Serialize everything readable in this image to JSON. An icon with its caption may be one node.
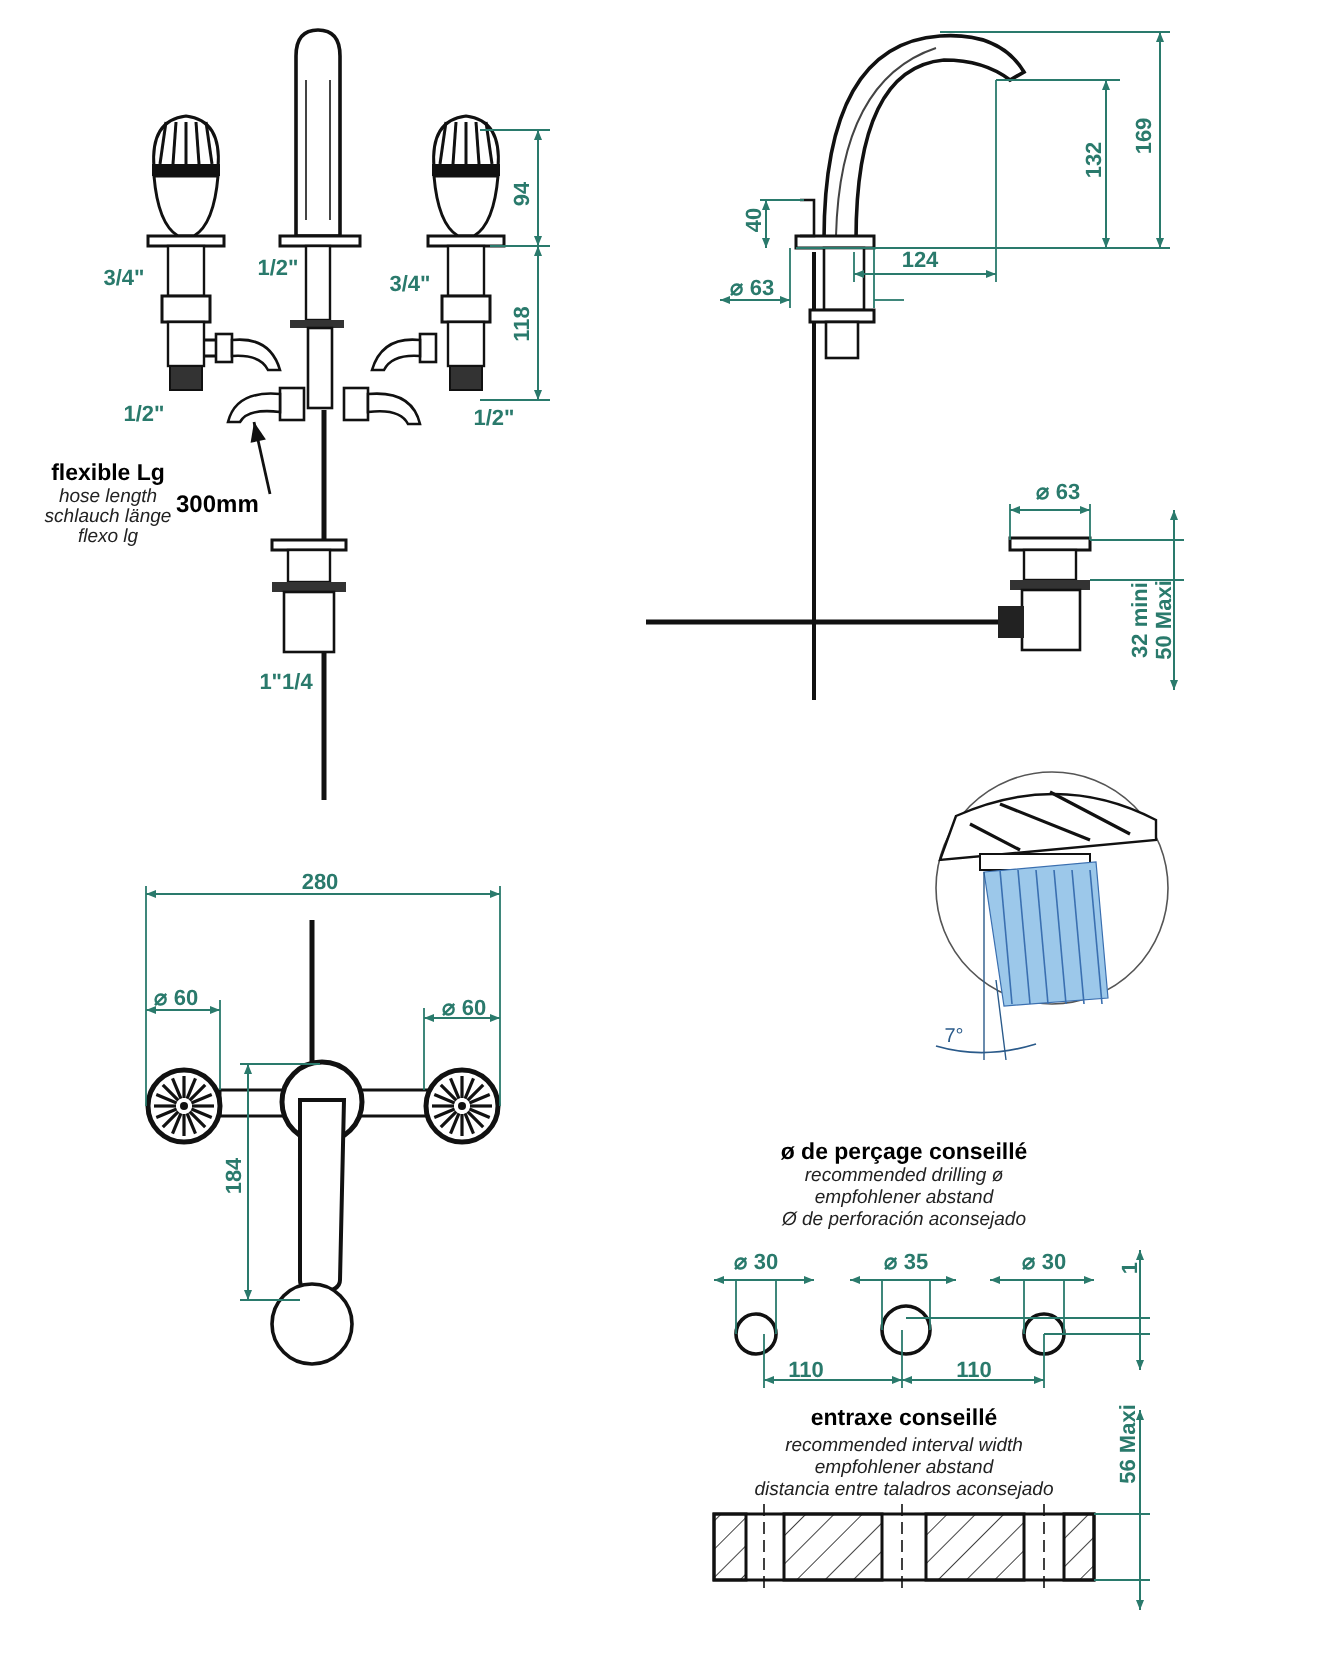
{
  "diagram": {
    "nodes": [
      {
        "text": [
          "flexible Lg",
          "hose length",
          "schlauch länge",
          "flexo lg",
          "300mm"
        ]
      },
      {
        "text": [],
        "shape": "picture"
      }
    ],
    "edges": [
      {
        "from": 0,
        "to": 1,
        "arrow": "to"
      }
    ],
    "labels": [
      "3/4\"",
      "1/2\"",
      "3/4\"",
      "94",
      "118",
      "1/2\"",
      "1/2\"",
      "1\"1/4",
      "40",
      "124",
      "⌀ 63",
      "132",
      "169",
      "⌀ 63",
      "32 mini",
      "50 Maxi",
      "280",
      "⌀ 60",
      "⌀ 60",
      "184",
      "7°",
      "ø de perçage conseillé",
      "recommended drilling ø",
      "empfohlener abstand",
      "Ø de perforación aconsejado",
      "⌀ 30",
      "⌀ 35",
      "⌀ 30",
      "1",
      "110",
      "110",
      "entraxe conseillé",
      "recommended interval width",
      "empfohlener abstand",
      "distancia entre taladros aconsejado",
      "56 Maxi"
    ]
  }
}
